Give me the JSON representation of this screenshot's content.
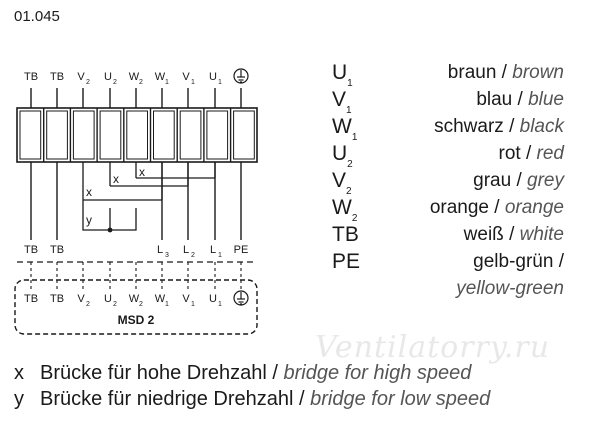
{
  "doc_code": "01.045",
  "top_terminals": [
    {
      "main": "TB",
      "sub": ""
    },
    {
      "main": "TB",
      "sub": ""
    },
    {
      "main": "V",
      "sub": "2"
    },
    {
      "main": "U",
      "sub": "2"
    },
    {
      "main": "W",
      "sub": "2"
    },
    {
      "main": "W",
      "sub": "1"
    },
    {
      "main": "V",
      "sub": "1"
    },
    {
      "main": "U",
      "sub": "1"
    },
    {
      "main": "",
      "sub": "",
      "icon": "ground-icon"
    }
  ],
  "middle_labels": [
    {
      "main": "TB",
      "sub": "",
      "pos": 0
    },
    {
      "main": "TB",
      "sub": "",
      "pos": 1
    },
    {
      "main": "L",
      "sub": "3",
      "pos": 5
    },
    {
      "main": "L",
      "sub": "2",
      "pos": 6
    },
    {
      "main": "L",
      "sub": "1",
      "pos": 7
    },
    {
      "main": "PE",
      "sub": "",
      "pos": 8
    }
  ],
  "msd_terminals": [
    {
      "main": "TB",
      "sub": ""
    },
    {
      "main": "TB",
      "sub": ""
    },
    {
      "main": "V",
      "sub": "2"
    },
    {
      "main": "U",
      "sub": "2"
    },
    {
      "main": "W",
      "sub": "2"
    },
    {
      "main": "W",
      "sub": "1"
    },
    {
      "main": "V",
      "sub": "1"
    },
    {
      "main": "U",
      "sub": "1"
    },
    {
      "main": "",
      "sub": "",
      "icon": "ground-icon"
    }
  ],
  "msd_label": "MSD 2",
  "bridge_labels": {
    "x": "x",
    "y": "y"
  },
  "legend": [
    {
      "sym": "U",
      "sub": "1",
      "de": "braun",
      "sep": " / ",
      "en": "brown"
    },
    {
      "sym": "V",
      "sub": "1",
      "de": "blau",
      "sep": " / ",
      "en": "blue"
    },
    {
      "sym": "W",
      "sub": "1",
      "de": "schwarz",
      "sep": " / ",
      "en": "black"
    },
    {
      "sym": "U",
      "sub": "2",
      "de": "rot",
      "sep": " / ",
      "en": "red"
    },
    {
      "sym": "V",
      "sub": "2",
      "de": "grau",
      "sep": " / ",
      "en": "grey"
    },
    {
      "sym": "W",
      "sub": "2",
      "de": "orange",
      "sep": " / ",
      "en": "orange"
    },
    {
      "sym": "TB",
      "sub": "",
      "de": "weiß",
      "sep": " / ",
      "en": "white"
    },
    {
      "sym": "PE",
      "sub": "",
      "de": "gelb-grün",
      "sep": " /",
      "en": ""
    },
    {
      "sym": "",
      "sub": "",
      "de": "",
      "sep": "",
      "en": "yellow-green"
    }
  ],
  "notes": [
    {
      "sym": "x",
      "de": "Brücke für hohe Drehzahl",
      "sep": " / ",
      "en": "bridge for high speed"
    },
    {
      "sym": "y",
      "de": "Brücke für niedrige Drehzahl",
      "sep": " / ",
      "en": "bridge for low speed"
    }
  ],
  "watermark": "Ventilatorry.ru"
}
